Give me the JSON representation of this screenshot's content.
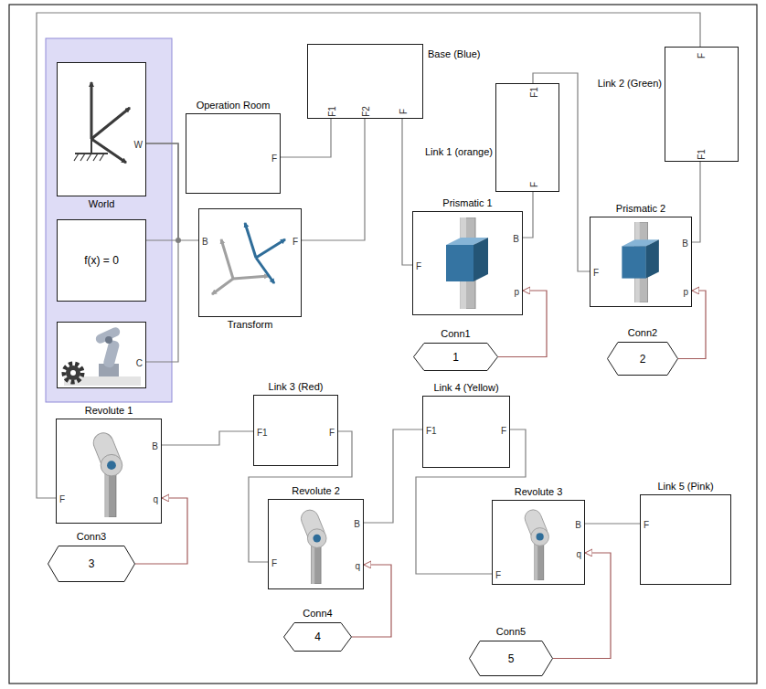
{
  "diagram": {
    "nodes": [
      {
        "text": [
          "World",
          "W"
        ]
      },
      {
        "text": [
          "f(x) = 0"
        ]
      },
      {
        "text": [
          "C"
        ]
      },
      {
        "text": [
          "Operation Room",
          "F"
        ]
      },
      {
        "text": [
          "Transform",
          "B",
          "F"
        ]
      },
      {
        "text": [
          "Base (Blue)",
          "F1",
          "F2",
          "F"
        ]
      },
      {
        "text": [
          "Link 1 (orange)",
          "F1",
          "F"
        ]
      },
      {
        "text": [
          "Link 2 (Green)",
          "F",
          "F1"
        ]
      },
      {
        "text": [
          "Prismatic 1",
          "B",
          "p",
          "F"
        ]
      },
      {
        "text": [
          "Prismatic 2",
          "B",
          "p",
          "F"
        ]
      },
      {
        "text": [
          "Conn1",
          "1"
        ]
      },
      {
        "text": [
          "Conn2",
          "2"
        ]
      },
      {
        "text": [
          "Revolute 1",
          "F",
          "B",
          "q"
        ]
      },
      {
        "text": [
          "Link 3 (Red)",
          "F1",
          "F"
        ]
      },
      {
        "text": [
          "Link 4 (Yellow)",
          "F1",
          "F"
        ]
      },
      {
        "text": [
          "Revolute 2",
          "F",
          "B",
          "q"
        ]
      },
      {
        "text": [
          "Revolute 3",
          "F",
          "B",
          "q"
        ]
      },
      {
        "text": [
          "Link 5 (Pink)",
          "F"
        ]
      },
      {
        "text": [
          "Conn3",
          "3"
        ]
      },
      {
        "text": [
          "Conn4",
          "4"
        ]
      },
      {
        "text": [
          "Conn5",
          "5"
        ]
      }
    ],
    "edges": [
      {
        "from": 0,
        "to": 2,
        "arrow": "none"
      },
      {
        "from": 0,
        "to": 1,
        "arrow": "none"
      },
      {
        "from": 0,
        "to": 4,
        "arrow": "none"
      },
      {
        "from": 3,
        "to": 5,
        "arrow": "none"
      },
      {
        "from": 4,
        "to": 5,
        "arrow": "none"
      },
      {
        "from": 5,
        "to": 8,
        "arrow": "none"
      },
      {
        "from": 8,
        "to": 6,
        "arrow": "none"
      },
      {
        "from": 6,
        "to": 9,
        "arrow": "none"
      },
      {
        "from": 9,
        "to": 7,
        "arrow": "none"
      },
      {
        "from": 7,
        "to": 12,
        "arrow": "none"
      },
      {
        "from": 12,
        "to": 13,
        "arrow": "none"
      },
      {
        "from": 13,
        "to": 15,
        "arrow": "none"
      },
      {
        "from": 15,
        "to": 14,
        "arrow": "none"
      },
      {
        "from": 14,
        "to": 16,
        "arrow": "none"
      },
      {
        "from": 16,
        "to": 17,
        "arrow": "none"
      },
      {
        "from": 10,
        "to": 8,
        "arrow": "to"
      },
      {
        "from": 11,
        "to": 9,
        "arrow": "to"
      },
      {
        "from": 18,
        "to": 12,
        "arrow": "to"
      },
      {
        "from": 19,
        "to": 15,
        "arrow": "to"
      },
      {
        "from": 20,
        "to": 16,
        "arrow": "to"
      }
    ]
  }
}
